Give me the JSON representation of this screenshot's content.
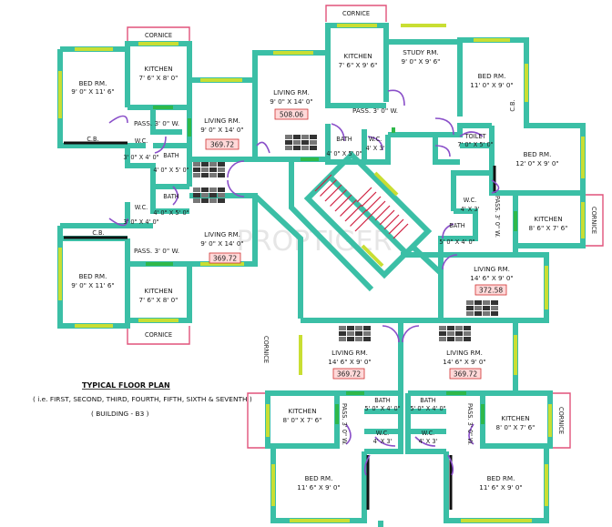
{
  "plan_title": "TYPICAL FLOOR PLAN",
  "plan_subtitle": "( i.e. FIRST, SECOND, THIRD, FOURTH, FIFTH, SIXTH & SEVENTH )",
  "building": "( BUILDING - B3 )",
  "watermark": "PROPTIGER",
  "rooms": {
    "nw_bed": {
      "name": "BED RM.",
      "size": "9' 0\" X 11' 6\""
    },
    "nw_kitchen": {
      "name": "KITCHEN",
      "size": "7' 6\" X 8' 0\""
    },
    "nw_pass": "PASS. 3' 0\" W.",
    "nw_cb": "C.B.",
    "nw_wc": {
      "name": "W.C.",
      "size": "3' 0\" X 4' 0\""
    },
    "nw_bath": {
      "name": "BATH",
      "size": "4' 0\" X 5' 0\""
    },
    "w_living_top": {
      "name": "LIVING RM.",
      "size": "9' 0\" X 14' 0\"",
      "area": "369.72"
    },
    "w_living_bot": {
      "name": "LIVING RM.",
      "size": "9' 0\" X 14' 0\"",
      "area": "369.72"
    },
    "w_bath": {
      "name": "BATH",
      "size": "4' 0\" X 5' 0\""
    },
    "w_wc": {
      "name": "W.C.",
      "size": "3' 0\" X 4' 0\""
    },
    "sw_cb": "C.B.",
    "sw_pass": "PASS. 3' 0\" W.",
    "sw_bed": {
      "name": "BED RM.",
      "size": "9' 0\" X 11' 6\""
    },
    "sw_kitchen": {
      "name": "KITCHEN",
      "size": "7' 6\" X 8' 0\""
    },
    "n_living": {
      "name": "LIVING RM.",
      "size": "9' 0\" X 14' 0\"",
      "area": "508.06"
    },
    "n_kitchen": {
      "name": "KITCHEN",
      "size": "7' 6\" X 9' 6\""
    },
    "n_study": {
      "name": "STUDY RM.",
      "size": "9' 0\" X 9' 6\""
    },
    "n_bed": {
      "name": "BED RM.",
      "size": "11' 0\" X 9' 0\""
    },
    "n_pass": "PASS. 3' 0\" W.",
    "n_bath": {
      "name": "BATH",
      "size": "4' 0\" X 5' 0\""
    },
    "n_wc": {
      "name": "W.C.",
      "size": "4' X 3'"
    },
    "n_toilet": {
      "name": "TOILET",
      "size": "7' 0\" X 5' 0\""
    },
    "n_cb": "C.B.",
    "e_bed": {
      "name": "BED RM.",
      "size": "12' 0\" X 9' 0\""
    },
    "e_kitchen": {
      "name": "KITCHEN",
      "size": "8' 6\" X 7' 6\""
    },
    "e_pass": "PASS. 3' 0\" W.",
    "e_wc": {
      "name": "W.C.",
      "size": "4' X 3'"
    },
    "e_bath": {
      "name": "BATH",
      "size": "5' 0\" X 4' 0\""
    },
    "e_living": {
      "name": "LIVING RM.",
      "size": "14' 6\" X 9' 0\"",
      "area": "372.58"
    },
    "s_living_l": {
      "name": "LIVING RM.",
      "size": "14' 6\" X 9' 0\"",
      "area": "369.72"
    },
    "s_living_r": {
      "name": "LIVING RM.",
      "size": "14' 6\" X 9' 0\"",
      "area": "369.72"
    },
    "s_kitchen_l": {
      "name": "KITCHEN",
      "size": "8' 0\" X 7' 6\""
    },
    "s_kitchen_r": {
      "name": "KITCHEN",
      "size": "8' 0\" X 7' 6\""
    },
    "s_pass_l": "PASS. 3' 0\" W.",
    "s_pass_r": "PASS. 3' 0\" W.",
    "s_bath_l": {
      "name": "BATH",
      "size": "5' 0\" X 4' 0\""
    },
    "s_bath_r": {
      "name": "BATH",
      "size": "5' 0\" X 4' 0\""
    },
    "s_wc_l": {
      "name": "W.C.",
      "size": "4' X 3'"
    },
    "s_wc_r": {
      "name": "W.C.",
      "size": "4' X 3'"
    },
    "s_bed_l": {
      "name": "BED RM.",
      "size": "11' 6\" X 9' 0\""
    },
    "s_bed_r": {
      "name": "BED RM.",
      "size": "11' 6\" X 9' 0\""
    }
  },
  "cornice_labels": {
    "top_left": "CORNICE",
    "top_center": "CORNICE",
    "bottom_left": "CORNICE",
    "right_upper": "CORNICE",
    "right_lower": "CORNICE",
    "center_vertical": "CORNICE"
  },
  "colors": {
    "wall": "#3bbfa6",
    "window": "#c9de33",
    "door": "#8a4fc9",
    "cornice": "#e0527a",
    "staircase": "#d02040"
  }
}
